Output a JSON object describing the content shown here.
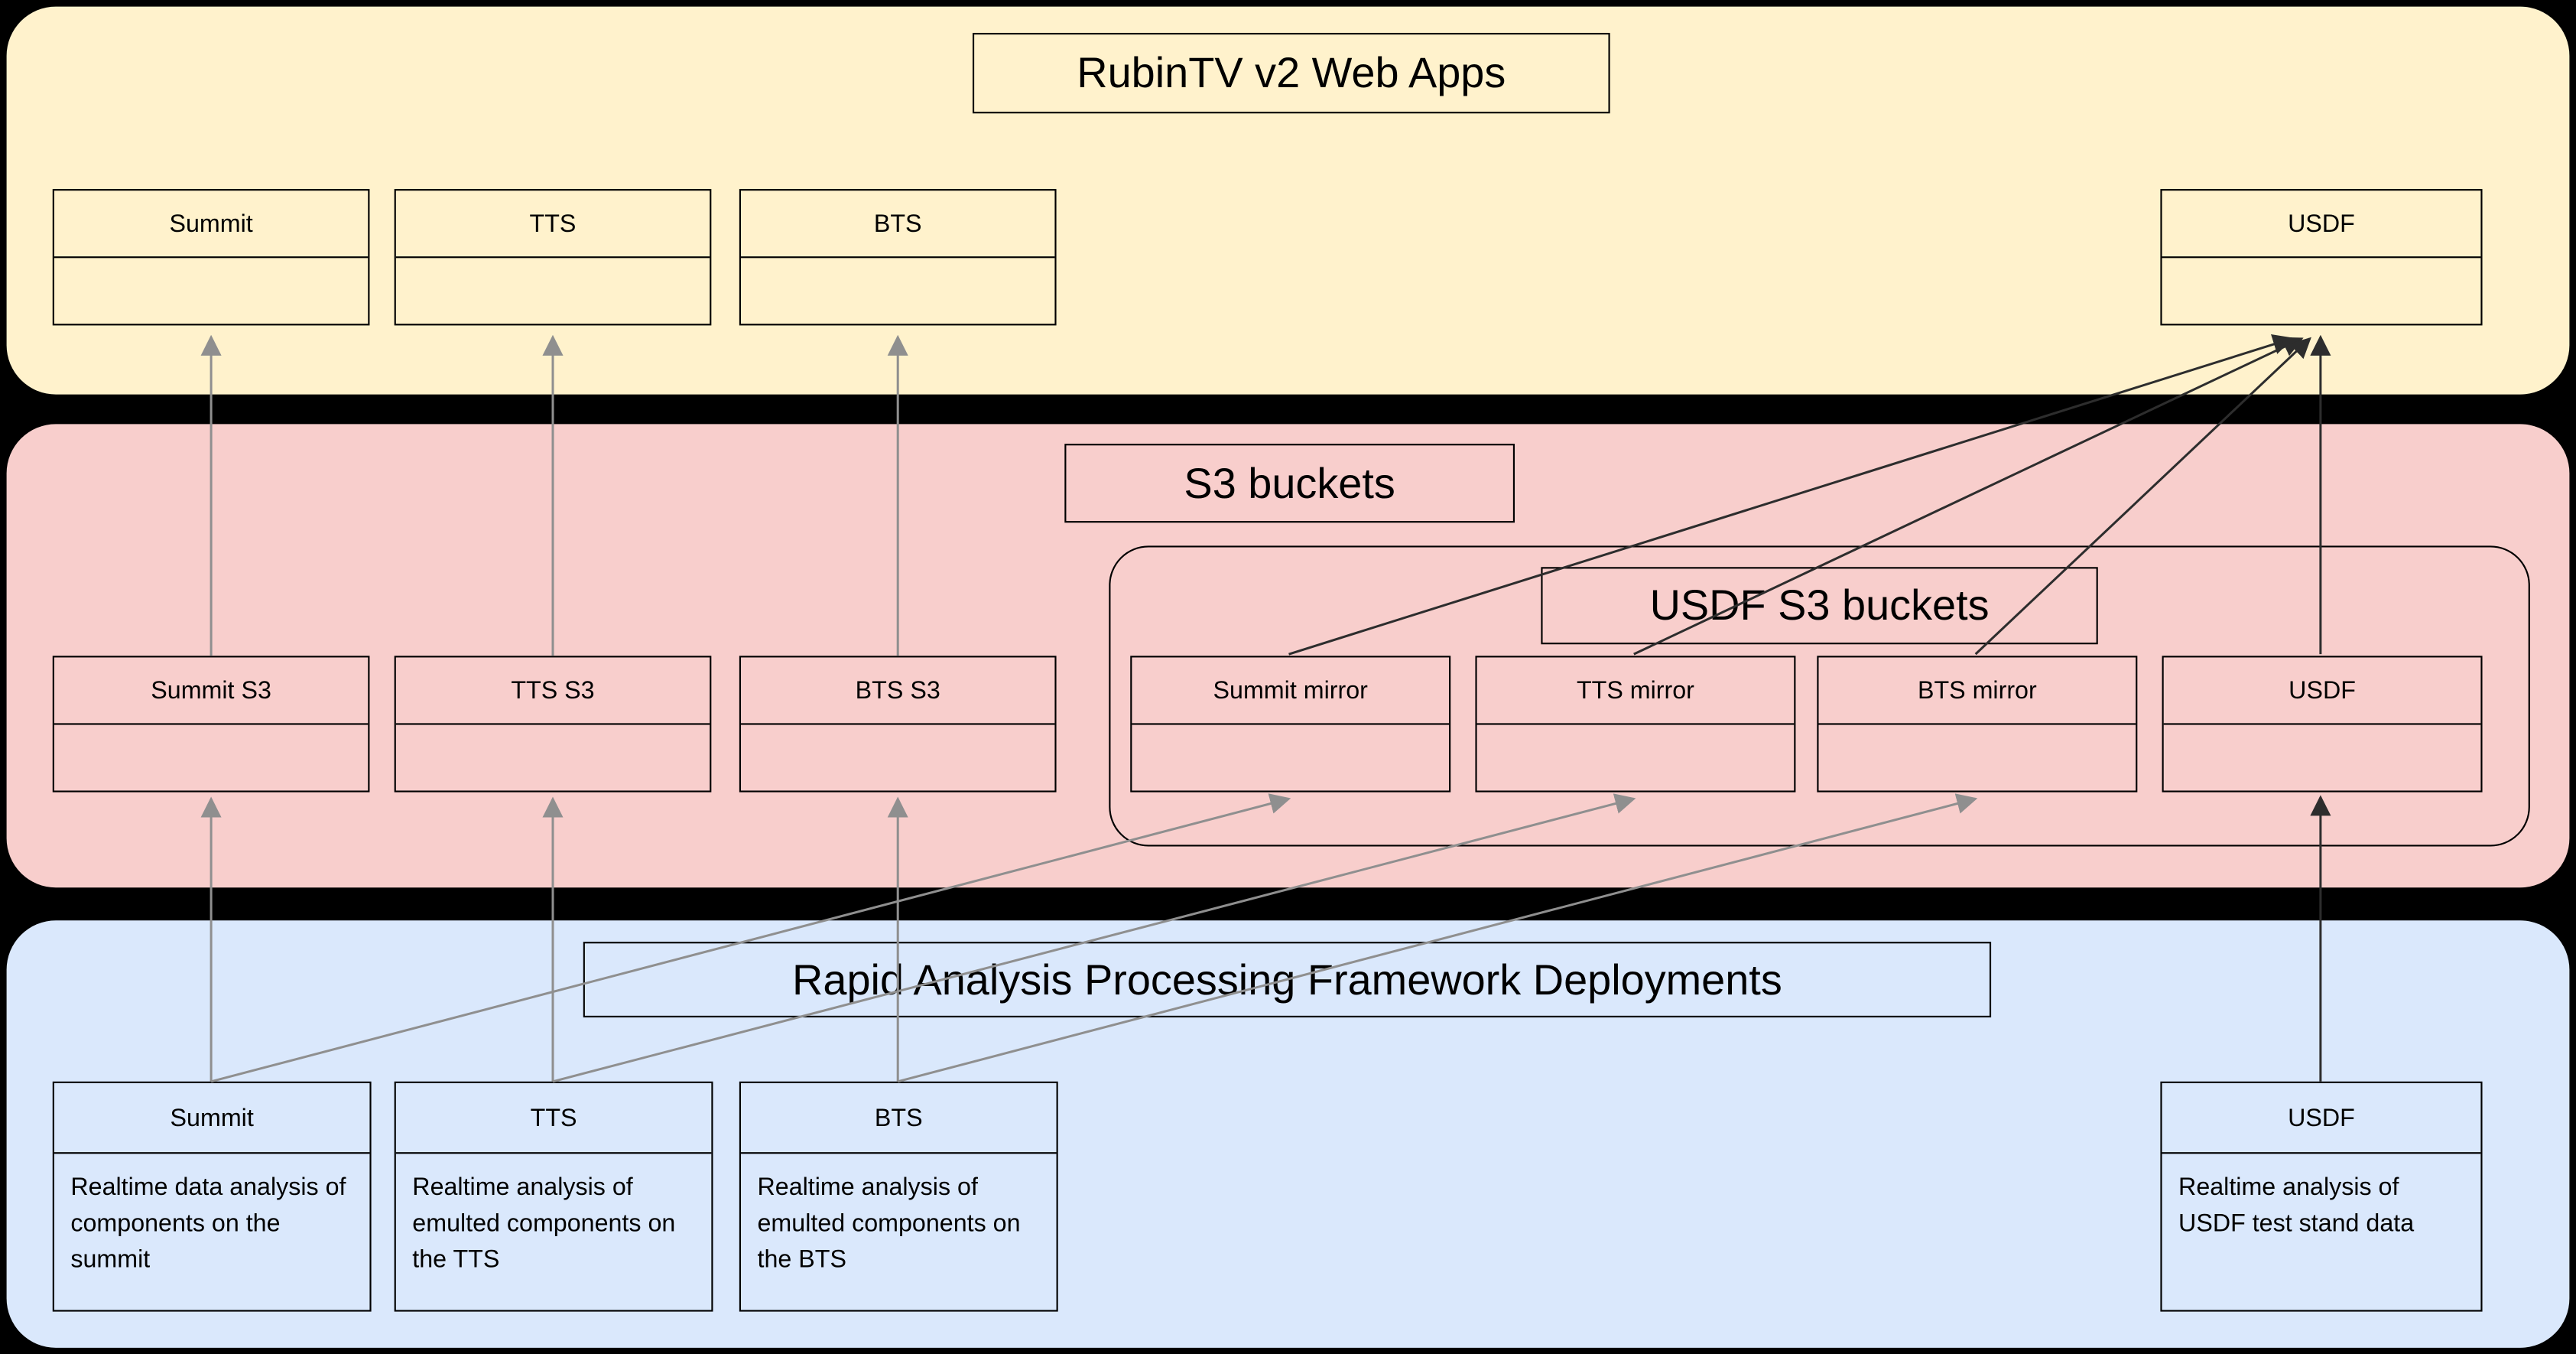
{
  "diagram": {
    "webapps": {
      "title": "RubinTV v2 Web Apps",
      "nodes": [
        {
          "label": "Summit"
        },
        {
          "label": "TTS"
        },
        {
          "label": "BTS"
        },
        {
          "label": "USDF"
        }
      ]
    },
    "s3": {
      "title": "S3 buckets",
      "nodes": [
        {
          "label": "Summit S3"
        },
        {
          "label": "TTS S3"
        },
        {
          "label": "BTS S3"
        }
      ],
      "usdf_group": {
        "title": "USDF S3 buckets",
        "nodes": [
          {
            "label": "Summit mirror"
          },
          {
            "label": "TTS mirror"
          },
          {
            "label": "BTS mirror"
          },
          {
            "label": "USDF"
          }
        ]
      }
    },
    "rapid": {
      "title": "Rapid Analysis Processing Framework Deployments",
      "nodes": [
        {
          "label": "Summit",
          "description": "Realtime data analysis of components on the summit"
        },
        {
          "label": "TTS",
          "description": "Realtime analysis of emulted components on the TTS"
        },
        {
          "label": "BTS",
          "description": "Realtime analysis of emulted components on the BTS"
        },
        {
          "label": "USDF",
          "description": "Realtime analysis of USDF test stand data"
        }
      ]
    },
    "connections": [
      {
        "from": "Summit S3",
        "to": "Summit web app"
      },
      {
        "from": "TTS S3",
        "to": "TTS web app"
      },
      {
        "from": "BTS S3",
        "to": "BTS web app"
      },
      {
        "from": "Summit mirror",
        "to": "USDF web app"
      },
      {
        "from": "TTS mirror",
        "to": "USDF web app"
      },
      {
        "from": "BTS mirror",
        "to": "USDF web app"
      },
      {
        "from": "USDF S3",
        "to": "USDF web app"
      },
      {
        "from": "Summit deployment",
        "to": "Summit S3"
      },
      {
        "from": "TTS deployment",
        "to": "TTS S3"
      },
      {
        "from": "BTS deployment",
        "to": "BTS S3"
      },
      {
        "from": "Summit deployment",
        "to": "Summit mirror"
      },
      {
        "from": "TTS deployment",
        "to": "TTS mirror"
      },
      {
        "from": "BTS deployment",
        "to": "BTS mirror"
      },
      {
        "from": "USDF deployment",
        "to": "USDF S3"
      }
    ]
  },
  "colors": {
    "page_bg": "#000000",
    "band_webapps": "#fff2cc",
    "band_s3": "#f8cecc",
    "band_rapid": "#dae8fc",
    "arrow_gray": "#8f8f8f",
    "arrow_dark": "#2d2d2d",
    "border": "#000000"
  }
}
